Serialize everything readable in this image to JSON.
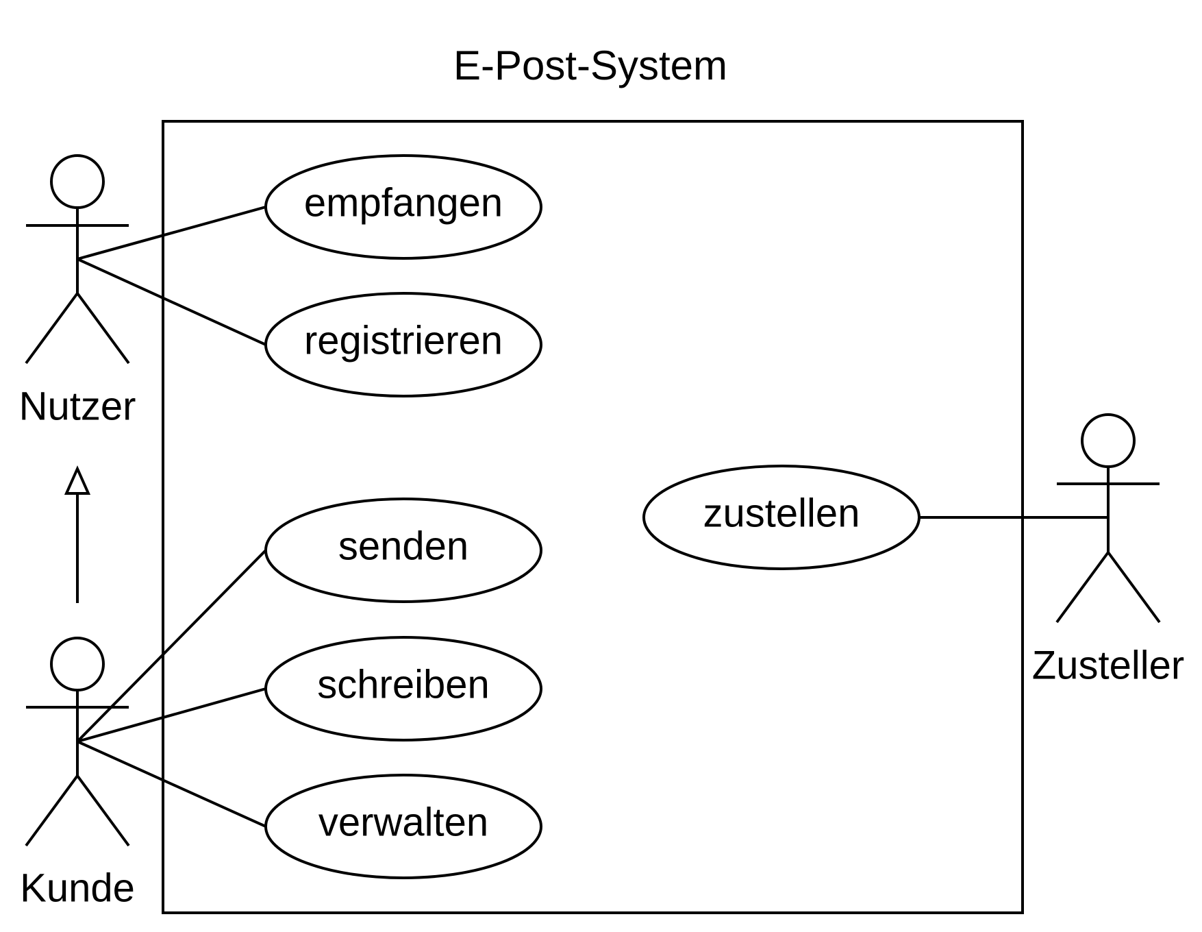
{
  "diagram": {
    "system_title": "E-Post-System",
    "actors": {
      "nutzer": "Nutzer",
      "kunde": "Kunde",
      "zusteller": "Zusteller"
    },
    "use_cases": {
      "empfangen": "empfangen",
      "registrieren": "registrieren",
      "senden": "senden",
      "schreiben": "schreiben",
      "verwalten": "verwalten",
      "zustellen": "zustellen"
    }
  }
}
